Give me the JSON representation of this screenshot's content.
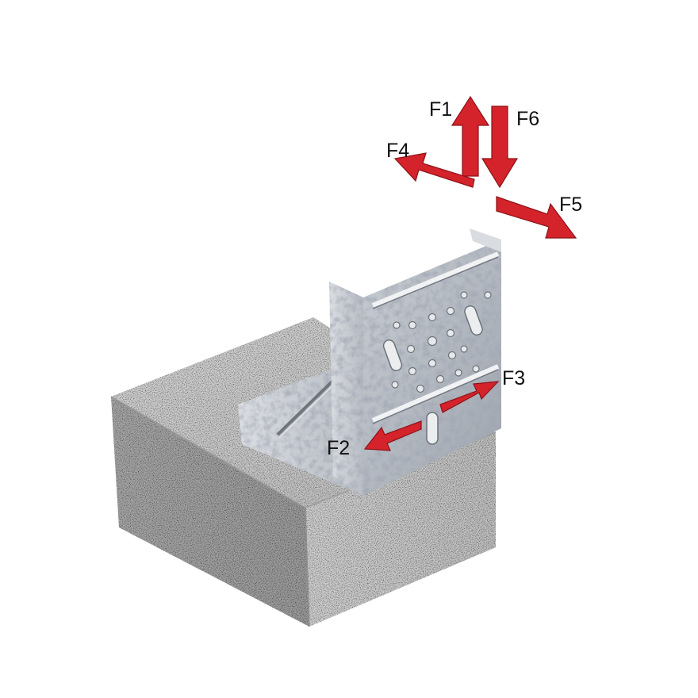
{
  "forces": {
    "f1": "F1",
    "f2": "F2",
    "f3": "F3",
    "f4": "F4",
    "f5": "F5",
    "f6": "F6"
  },
  "colors": {
    "arrow": "#d4232b",
    "arrow_dark": "#8e1218",
    "concrete": "#a9a9a9",
    "steel": "#b7bcc2"
  }
}
